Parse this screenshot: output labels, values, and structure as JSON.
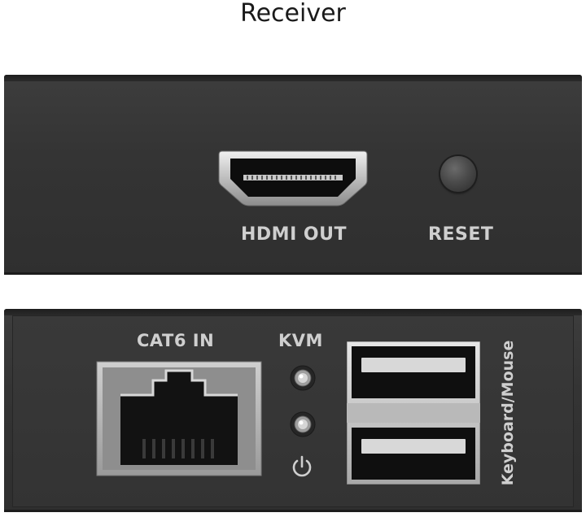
{
  "title": "Receiver",
  "top_panel": {
    "hdmi_label": "HDMI OUT",
    "reset_label": "RESET"
  },
  "bottom_panel": {
    "cat6_label": "CAT6 IN",
    "kvm_label": "KVM",
    "usb_label": "Keyboard/Mouse"
  },
  "icons": [
    "hdmi-port-icon",
    "reset-button-icon",
    "rj45-port-icon",
    "led-icon",
    "power-icon",
    "usb-port-icon"
  ],
  "colors": {
    "panel": "#353535",
    "label": "#cfcfcf",
    "metal": "#b8b8b8"
  }
}
